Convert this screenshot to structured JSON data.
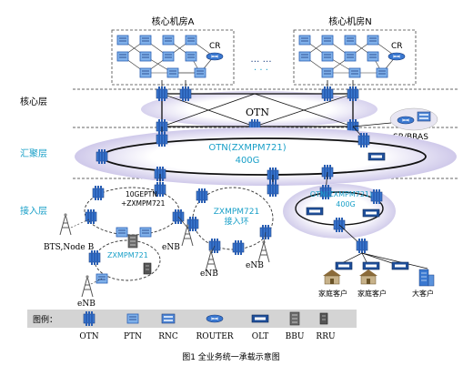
{
  "title": "图1 全业务统一承载示意图",
  "rooms": {
    "a": {
      "label": "核心机房A",
      "cr": "CR"
    },
    "n": {
      "label": "核心机房N",
      "cr": "CR"
    },
    "ellipsis": "… …"
  },
  "layers": {
    "core": "核心层",
    "aggregation": "汇聚层",
    "access": "接入层"
  },
  "rings": {
    "core_label": "OTN",
    "aggregation_label": "OTN(ZXMPM721)",
    "aggregation_rate": "400G",
    "right_access_label": "OTN(ZXMPM721)",
    "right_access_rate": "400G",
    "middle_access_label": "ZXMPM721",
    "middle_access_sub": "接入环",
    "left_access_label": "ZXMPM721",
    "ptn_tag_line1": "10GEPTN",
    "ptn_tag_line2": "+ZXMPM721"
  },
  "sr_bras": "SR/BRAS",
  "endpoints": {
    "bts": "BTS,Node B",
    "enb_bottom_left": "eNB",
    "enb_left": "eNB",
    "enb_mid": "eNB",
    "enb_right": "eNB",
    "home_customer_1": "家庭客户",
    "home_customer_2": "家庭客户",
    "big_customer": "大客户"
  },
  "legend": {
    "title": "图例：",
    "items": [
      "OTN",
      "PTN",
      "RNC",
      "ROUTER",
      "OLT",
      "BBU",
      "RRU"
    ]
  },
  "colors": {
    "cyan_text": "#1aa0c8",
    "device_blue": "#2a5fb4",
    "ring_fill": "#dcd8ee",
    "legend_bg": "#d4d4d4"
  }
}
